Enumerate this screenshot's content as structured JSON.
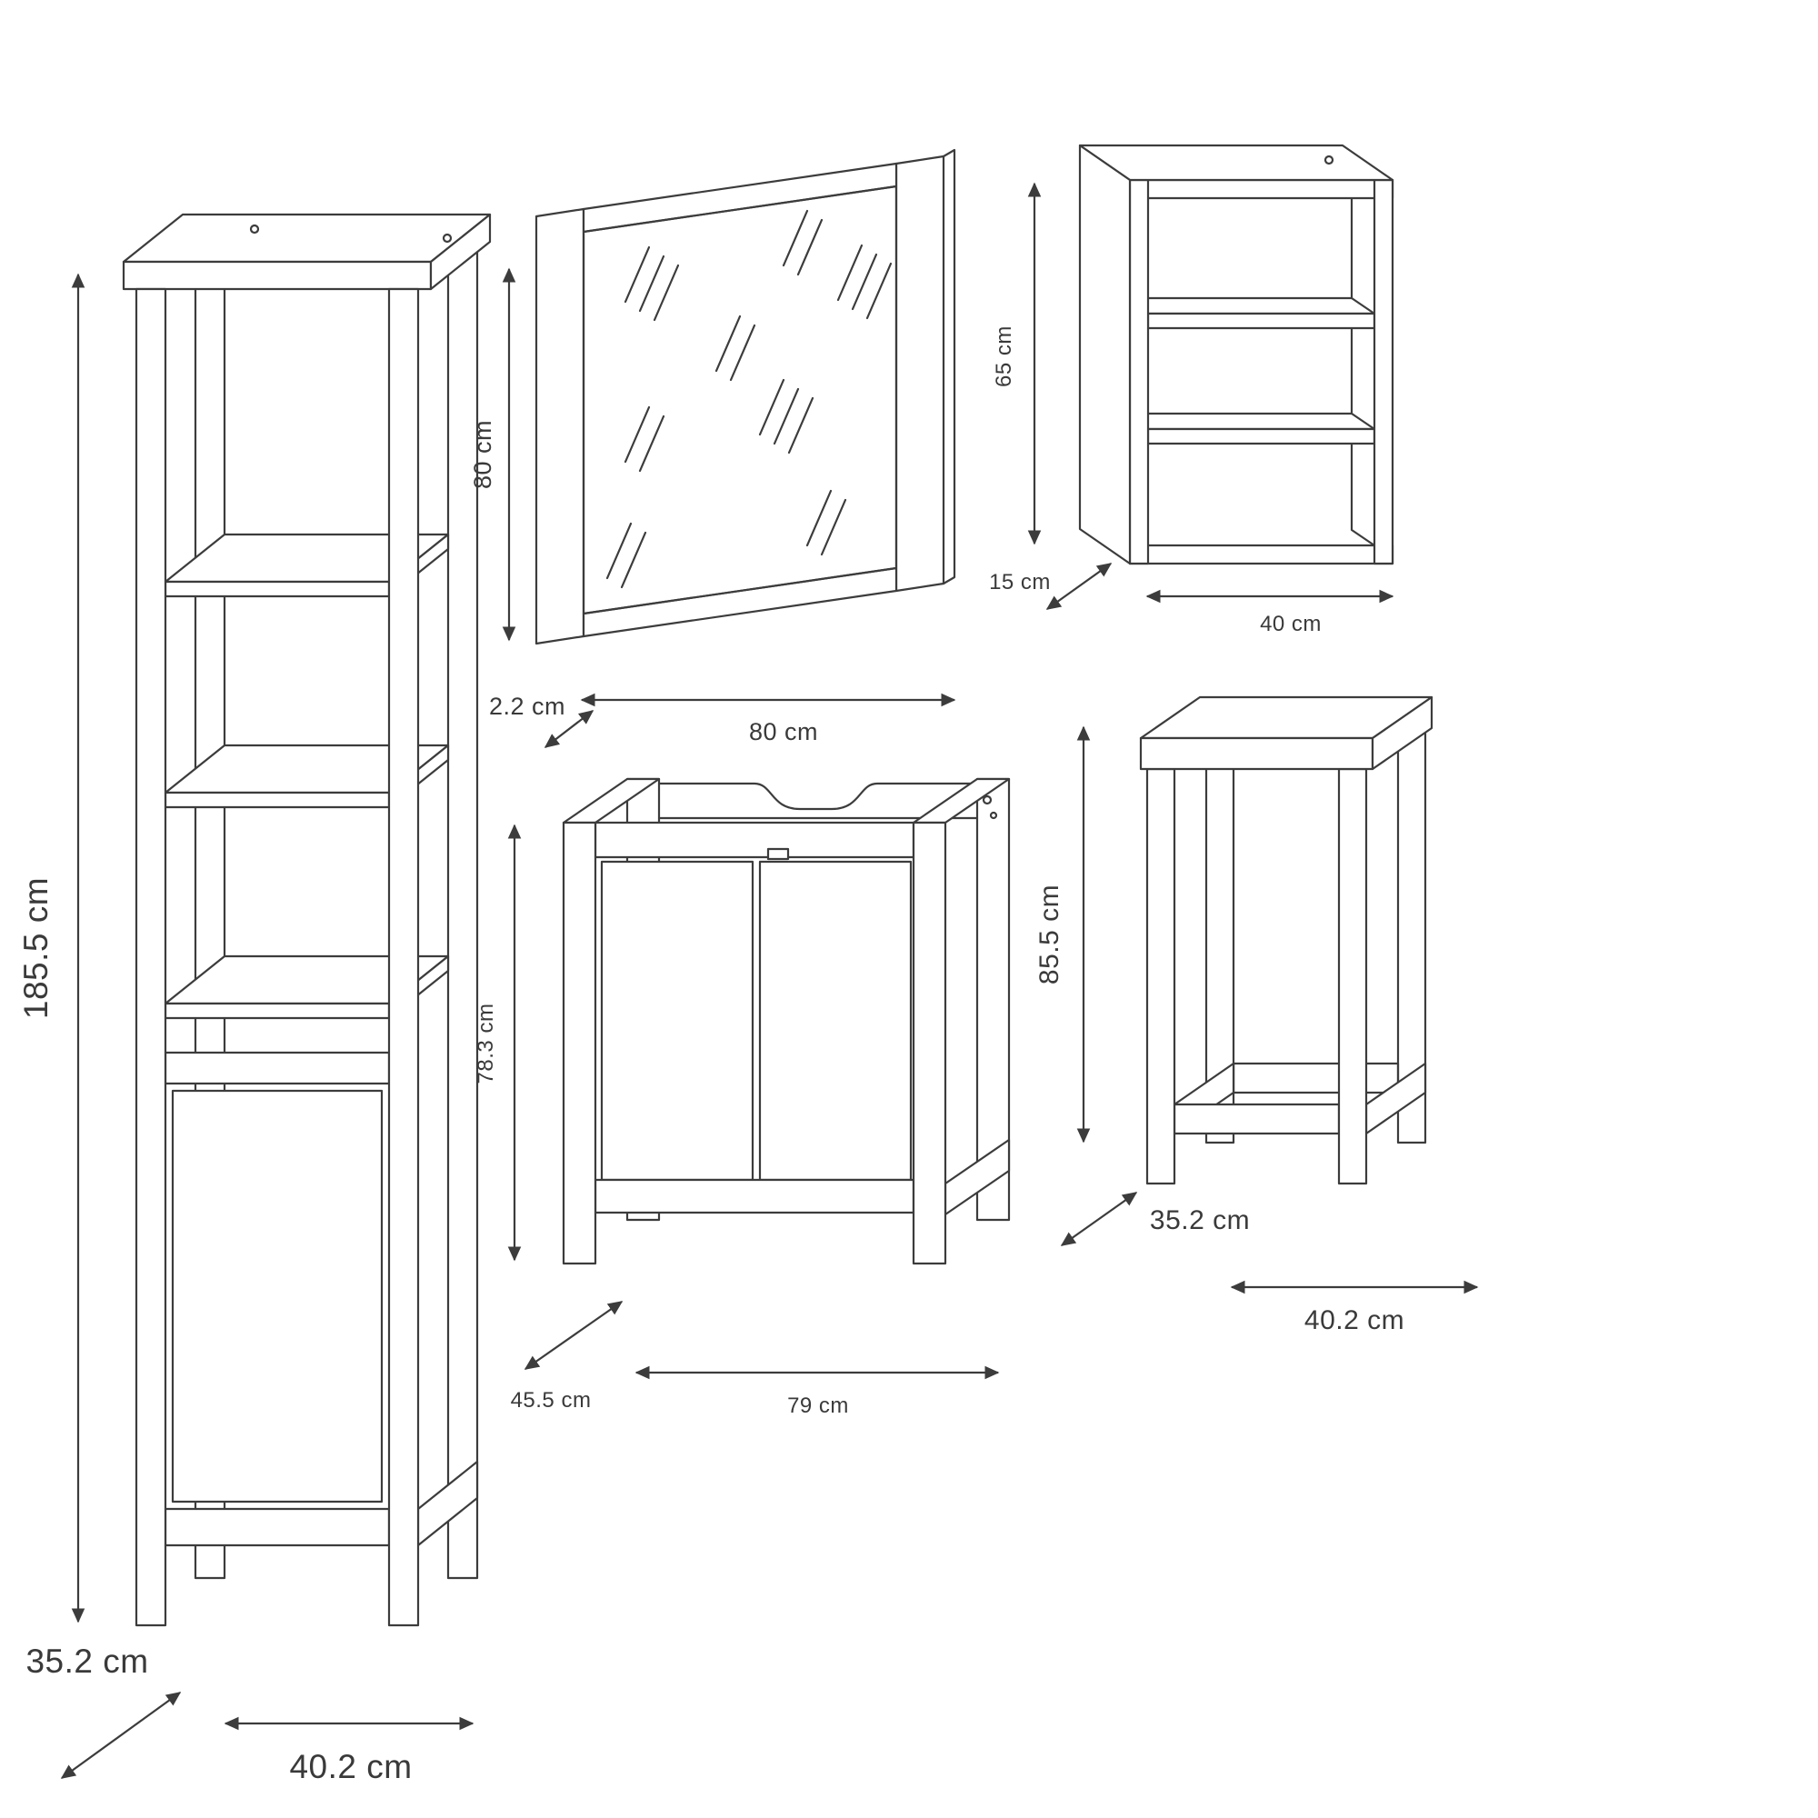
{
  "palette": {
    "line": "#3c3c3c",
    "label": "#3a3a3a",
    "background": "#ffffff"
  },
  "unit": "cm",
  "items": {
    "tall_cabinet": {
      "id": "tall-cabinet",
      "height": "185.5 cm",
      "depth": "35.2 cm",
      "width": "40.2 cm"
    },
    "mirror": {
      "id": "mirror",
      "height": "80 cm",
      "depth": "2.2 cm",
      "width": "80 cm"
    },
    "wall_shelf": {
      "id": "wall-shelf",
      "height": "65 cm",
      "depth": "15 cm",
      "width": "40 cm"
    },
    "vanity_unit": {
      "id": "vanity-unit",
      "height": "78.3 cm",
      "depth": "45.5 cm",
      "width": "79 cm"
    },
    "side_table": {
      "id": "side-table",
      "height": "85.5 cm",
      "depth": "35.2 cm",
      "width": "40.2 cm"
    }
  }
}
